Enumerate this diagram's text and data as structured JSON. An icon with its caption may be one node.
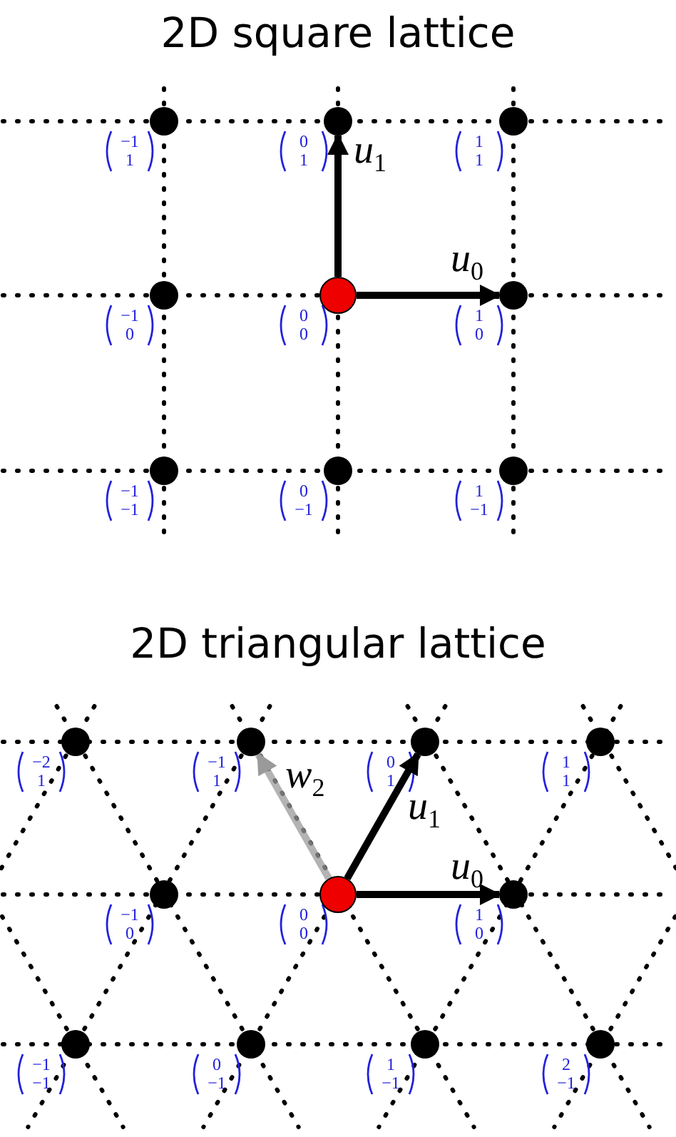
{
  "diagram": {
    "nodes": [
      {
        "text": [],
        "shape": "circle",
        "beside": [
          "−1",
          "1"
        ]
      },
      {
        "text": [],
        "shape": "circle",
        "beside": [
          "0",
          "1"
        ]
      },
      {
        "text": [],
        "shape": "circle",
        "beside": [
          "1",
          "1"
        ]
      },
      {
        "text": [],
        "shape": "circle",
        "beside": [
          "−1",
          "0"
        ]
      },
      {
        "text": [],
        "shape": "circle",
        "beside": [
          "0",
          "0"
        ]
      },
      {
        "text": [],
        "shape": "circle",
        "beside": [
          "1",
          "0"
        ]
      },
      {
        "text": [],
        "shape": "circle",
        "beside": [
          "−1",
          "−1"
        ]
      },
      {
        "text": [],
        "shape": "circle",
        "beside": [
          "0",
          "−1"
        ]
      },
      {
        "text": [],
        "shape": "circle",
        "beside": [
          "1",
          "−1"
        ]
      },
      {
        "text": [],
        "shape": "circle",
        "beside": [
          "−2",
          "1"
        ]
      },
      {
        "text": [],
        "shape": "circle",
        "beside": [
          "−1",
          "1"
        ]
      },
      {
        "text": [],
        "shape": "circle",
        "beside": [
          "0",
          "1"
        ]
      },
      {
        "text": [],
        "shape": "circle",
        "beside": [
          "1",
          "1"
        ]
      },
      {
        "text": [],
        "shape": "circle",
        "beside": [
          "−1",
          "0"
        ]
      },
      {
        "text": [],
        "shape": "circle",
        "beside": [
          "0",
          "0"
        ]
      },
      {
        "text": [],
        "shape": "circle",
        "beside": [
          "1",
          "0"
        ]
      },
      {
        "text": [],
        "shape": "circle",
        "beside": [
          "−1",
          "−1"
        ]
      },
      {
        "text": [],
        "shape": "circle",
        "beside": [
          "0",
          "−1"
        ]
      },
      {
        "text": [],
        "shape": "circle",
        "beside": [
          "1",
          "−1"
        ]
      },
      {
        "text": [],
        "shape": "circle",
        "beside": [
          "2",
          "−1"
        ]
      }
    ],
    "edges": [
      {
        "from": 4,
        "to": 1,
        "arrow": "to",
        "label": "*u*$_{1}$"
      },
      {
        "from": 4,
        "to": 5,
        "arrow": "to",
        "label": "*u*$_{0}$"
      },
      {
        "from": 14,
        "to": 10,
        "arrow": "to",
        "label": "*w*$_{2}$",
        "color": "#9a9a9a"
      },
      {
        "from": 14,
        "to": 11,
        "arrow": "to",
        "label": "*u*$_{1}$"
      },
      {
        "from": 14,
        "to": 15,
        "arrow": "to",
        "label": "*u*$_{0}$"
      }
    ],
    "labels": [
      "2D square lattice",
      "2D triangular lattice"
    ]
  }
}
